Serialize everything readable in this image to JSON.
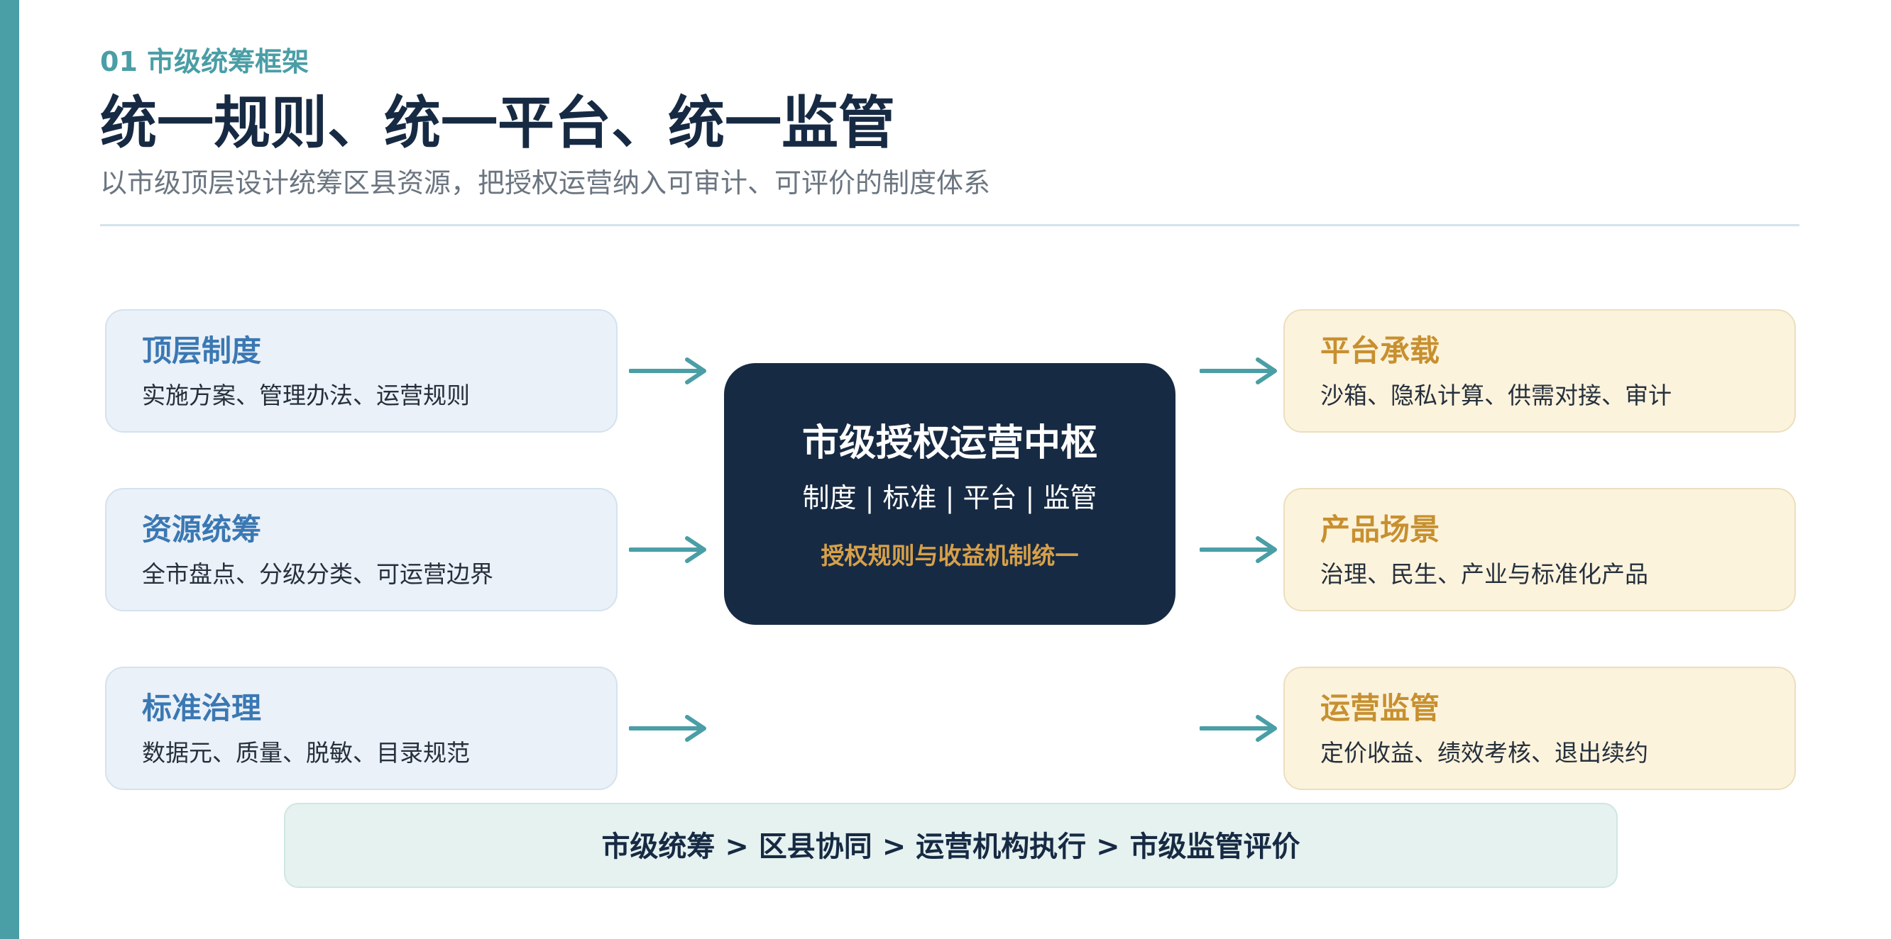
{
  "header": {
    "eyebrow": "01 市级统筹框架",
    "title": "统一规则、统一平台、统一监管",
    "subtitle": "以市级顶层设计统筹区县资源，把授权运营纳入可审计、可评价的制度体系"
  },
  "inputs": [
    {
      "title": "顶层制度",
      "desc": "实施方案、管理办法、运营规则"
    },
    {
      "title": "资源统筹",
      "desc": "全市盘点、分级分类、可运营边界"
    },
    {
      "title": "标准治理",
      "desc": "数据元、质量、脱敏、目录规范"
    }
  ],
  "hub": {
    "title": "市级授权运营中枢",
    "pillars": "制度 | 标准 | 平台 | 监管",
    "tagline": "授权规则与收益机制统一"
  },
  "outputs": [
    {
      "title": "平台承载",
      "desc": "沙箱、隐私计算、供需对接、审计"
    },
    {
      "title": "产品场景",
      "desc": "治理、民生、产业与标准化产品"
    },
    {
      "title": "运营监管",
      "desc": "定价收益、绩效考核、退出续约"
    }
  ],
  "flow": {
    "text": "市级统筹 > 区县协同 > 运营机构执行 > 市级监管评价"
  },
  "colors": {
    "accent": "#4a9ea6",
    "navy": "#172a43",
    "input_title": "#3a78b3",
    "output_title": "#c7902f",
    "gold": "#d7a049"
  }
}
